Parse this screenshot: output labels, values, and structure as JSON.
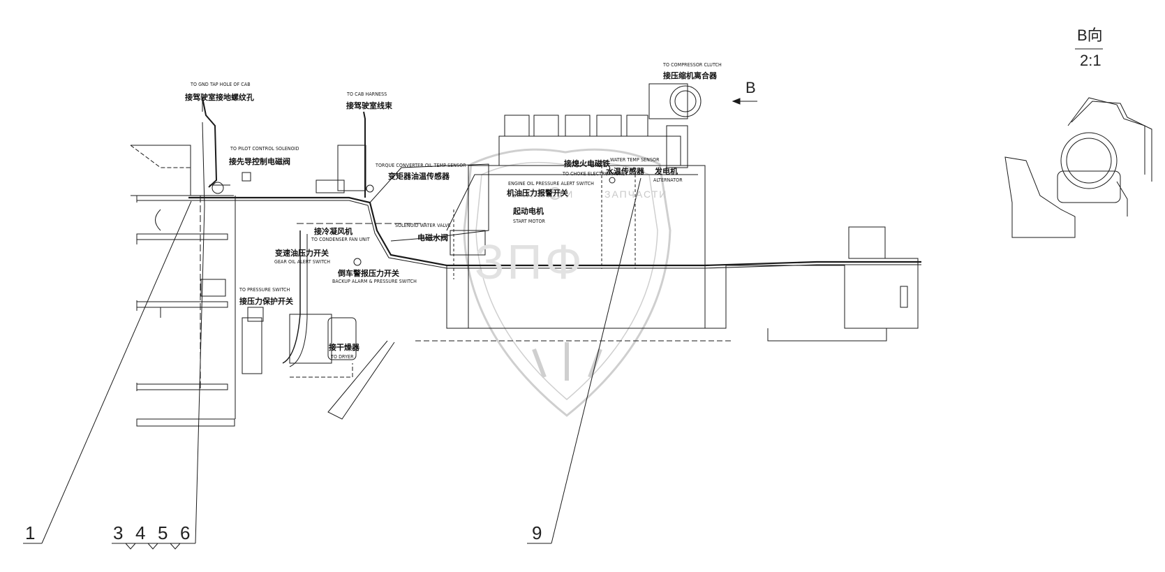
{
  "labels": {
    "gnd_en": "TO GND TAP HOLE OF CAB",
    "gnd_cn": "接驾驶室接地螺纹孔",
    "cab_harness_en": "TO CAB HARNESS",
    "cab_harness_cn": "接驾驶室线束",
    "pilot_en": "TO PILOT CONTROL SOLENOID",
    "pilot_cn": "接先导控制电磁阀",
    "torque_en": "TORQUE CONVERTER OIL TEMP SENSOR",
    "torque_cn": "变矩器油温传感器",
    "engine_oil_en": "ENGINE OIL PRESSURE ALERT SWITCH",
    "engine_oil_cn": "机油压力报警开关",
    "start_cn": "起动电机",
    "start_en": "START MOTOR",
    "choke_cn": "接熄火电磁铁",
    "choke_en": "TO CHOKE ELECTROMAGNET",
    "water_en": "WATER TEMP SENSOR",
    "water_cn": "水温传感器",
    "alt_cn": "发电机",
    "alt_en": "ALTERNATOR",
    "compressor_en": "TO COMPRESSOR CLUTCH",
    "compressor_cn": "接压缩机离合器",
    "solenoid_en": "SOLENOID WATER VALVE",
    "solenoid_cn": "电磁水阀",
    "condenser_cn": "接冷凝风机",
    "condenser_en": "TO CONDENSER FAN UNIT",
    "gear_cn": "变速油压力开关",
    "gear_en": "GEAR OIL ALERT SWITCH",
    "backup_cn": "倒车警报压力开关",
    "backup_en": "BACKUP ALARM & PRESSURE SWITCH",
    "pressure_en": "TO PRESSURE SWITCH",
    "pressure_cn": "接压力保护开关",
    "dryer_cn": "接干燥器",
    "dryer_en": "TO DRYER",
    "view_b": "B",
    "view_title": "B向",
    "view_scale": "2:1"
  },
  "callouts": [
    "1",
    "3",
    "4",
    "5",
    "6",
    "9"
  ],
  "watermark": {
    "left": "ЗАПЧАСТИ",
    "right": "ЗАПЧАСТИ",
    "mark": "ЗПФ"
  },
  "colors": {
    "line": "#1a1a1a",
    "watermark": "#d0d0d0"
  }
}
